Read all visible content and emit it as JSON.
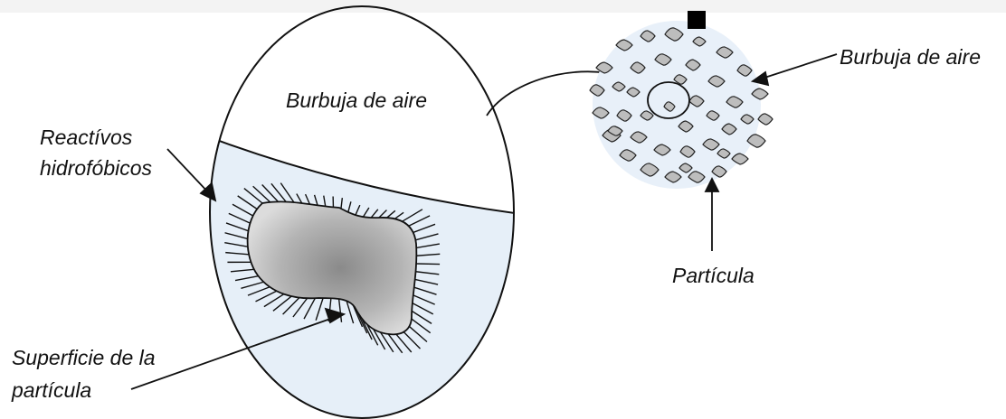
{
  "labels": {
    "bubble_inside": "Burbuja de aire",
    "reagents_line1": "Reactívos",
    "reagents_line2": "hidrofóbicos",
    "surface_line1": "Superficie de la",
    "surface_line2": "partícula",
    "bubble_cluster": "Burbuja de aire",
    "particle": "Partícula"
  },
  "colors": {
    "water": "#e6eff8",
    "stroke": "#111111",
    "particle_fill": "#c7c7c7",
    "particle_core": "#8a8a8a",
    "cluster_fill": "#bdbdbd"
  }
}
